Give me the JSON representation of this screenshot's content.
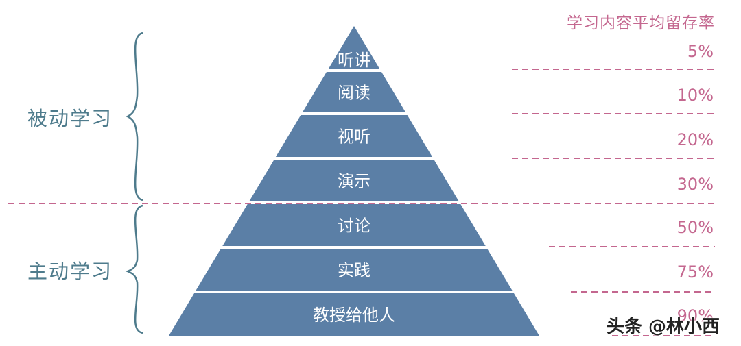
{
  "retention_title": "学习内容平均留存率",
  "groups": {
    "passive": "被动学习",
    "active": "主动学习"
  },
  "layers": [
    {
      "label": "听讲",
      "retention": "5%"
    },
    {
      "label": "阅读",
      "retention": "10%"
    },
    {
      "label": "视听",
      "retention": "20%"
    },
    {
      "label": "演示",
      "retention": "30%"
    },
    {
      "label": "讨论",
      "retention": "50%"
    },
    {
      "label": "实践",
      "retention": "75%"
    },
    {
      "label": "教授给他人",
      "retention": "90%"
    }
  ],
  "watermark": "头条 @林小西",
  "colors": {
    "pyramid": "#5b7fa6",
    "layer_text": "#ffffff",
    "retention": "#c4678f",
    "group_label": "#4e7b8c",
    "brace": "#4e7b8c",
    "divider": "#c4678f"
  }
}
